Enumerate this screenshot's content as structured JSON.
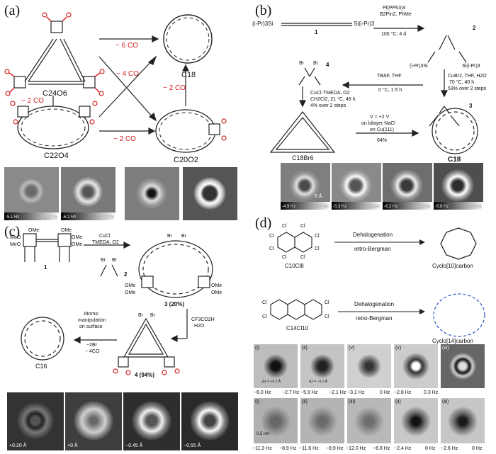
{
  "panel_a": {
    "label": "(a)",
    "molecules": {
      "c24o6": "C24O6",
      "c18": "C18",
      "c22o4": "C22O4",
      "c20o2": "C20O2"
    },
    "arrows": {
      "a1": "− 6 CO",
      "a2": "− 4 CO",
      "a3": "− 2 CO",
      "a4": "− 2 CO",
      "a5": "− 2 CO"
    },
    "afm": [
      {
        "lo": "-5.1 Hz",
        "hi": "-1.2 Hz"
      },
      {
        "lo": "-6.2 Hz",
        "hi": "2 Hz"
      },
      {
        "lo": "",
        "hi": ""
      },
      {
        "lo": "",
        "hi": ""
      }
    ]
  },
  "panel_b": {
    "label": "(b)",
    "cmpd1": "1",
    "cmpd2": "2",
    "cmpd3": "3",
    "cmpd4": "4",
    "tips": "(i-Pr)3Si",
    "tips_r": "Si(i-Pr)3",
    "cond1": [
      "Pt(PPh3)4",
      "B2Pin2, PhMe",
      "100 °C, 4 d"
    ],
    "cond2": [
      "CuBr2, THF, H2O",
      "70 °C, 40 h",
      "53% over 2 steps"
    ],
    "cond3": [
      "TBAF, THF",
      "0 °C, 1.5 h"
    ],
    "cond4": [
      "CuCl·TMEDA, O2",
      "CH2Cl2, 21 °C, 48 h",
      "4% over 2 steps"
    ],
    "cond5": [
      "V = +2 V",
      "on bilayer NaCl",
      "on Cu(111)",
      "64%"
    ],
    "c18br6": "C18Br6",
    "c18": "C18",
    "scale": "5 Å",
    "afm": [
      {
        "lo": "-4.9 Hz",
        "hi": "-0.7 Hz"
      },
      {
        "lo": "-5.3 Hz",
        "hi": "1.6 Hz"
      },
      {
        "lo": "-6.2 Hz",
        "hi": "4.4 Hz"
      },
      {
        "lo": "-5.8 Hz",
        "hi": "7.5 Hz"
      }
    ]
  },
  "panel_c": {
    "label": "(c)",
    "cmpd1": "1",
    "cmpd2": "2",
    "cmpd3": "3 (20%)",
    "cmpd4": "4 (94%)",
    "c16": "C16",
    "cond1": [
      "CuCl",
      "TMEDA, O2"
    ],
    "cond2": [
      "CF3CO2H",
      "H2O"
    ],
    "cond3": [
      "Atomic",
      "manipulation",
      "on surface",
      "−2Br",
      "− 4CO"
    ],
    "ome": "OMe",
    "meo": "MeO",
    "br": "Br",
    "afm": [
      "+0.20 Å",
      "+0 Å",
      "−0.45 Å",
      "−0.55 Å"
    ]
  },
  "panel_d": {
    "label": "(d)",
    "mol1": "C10Cl8",
    "mol2": "C14Cl10",
    "prod1": "Cyclo[10]carbon",
    "prod2": "Cyclo[14]carbon",
    "step": "Dehalogenation",
    "step2": "retro-Bergman",
    "cl": "Cl",
    "row1": [
      {
        "tag": "(i)",
        "lo": "−6.0 Hz",
        "hi": "−2.7 Hz",
        "dz": ""
      },
      {
        "tag": "(ii)",
        "lo": "−5.9 Hz",
        "hi": "−2.1 Hz",
        "dz": "Δz = −0.1 Å"
      },
      {
        "tag": "(v)",
        "lo": "−3.1 Hz",
        "hi": "0 Hz",
        "dz": ""
      },
      {
        "tag": "(v)",
        "lo": "−2.8 Hz",
        "hi": "0.3 Hz",
        "dz": ""
      },
      {
        "tag": "(vi)",
        "lo": "",
        "hi": "",
        "dz": ""
      }
    ],
    "dz0": "Δz = +0.1 Å",
    "row2": [
      {
        "tag": "(i)",
        "lo": "−11.3 Hz",
        "hi": "−8.9 Hz"
      },
      {
        "tag": "(ii)",
        "lo": "−11.6 Hz",
        "hi": "−8.9 Hz"
      },
      {
        "tag": "(iii)",
        "lo": "−12.0 Hz",
        "hi": "−8.8 Hz"
      },
      {
        "tag": "(ii)",
        "lo": "−2.4 Hz",
        "hi": "0 Hz"
      },
      {
        "tag": "(iii)",
        "lo": "−2.6 Hz",
        "hi": "0 Hz"
      }
    ],
    "scale": "0.5 nm"
  }
}
